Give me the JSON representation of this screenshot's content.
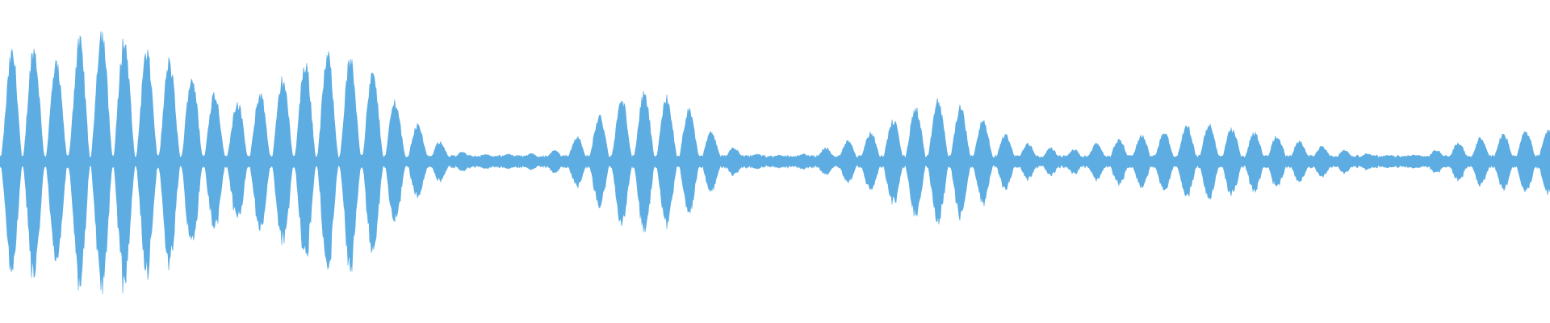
{
  "waveform": {
    "color": "#5DADE2",
    "background": "#ffffff",
    "envelope": [
      0.55,
      0.92,
      0.85,
      0.75,
      0.68,
      0.96,
      0.98,
      0.94,
      0.88,
      0.8,
      0.76,
      0.68,
      0.6,
      0.5,
      0.44,
      0.46,
      0.54,
      0.62,
      0.72,
      0.78,
      0.8,
      0.76,
      0.7,
      0.58,
      0.4,
      0.28,
      0.18,
      0.1,
      0.06,
      0.05,
      0.06,
      0.05,
      0.06,
      0.07,
      0.12,
      0.22,
      0.34,
      0.44,
      0.5,
      0.5,
      0.48,
      0.42,
      0.3,
      0.18,
      0.1,
      0.06,
      0.05,
      0.04,
      0.05,
      0.08,
      0.12,
      0.16,
      0.2,
      0.26,
      0.34,
      0.4,
      0.46,
      0.44,
      0.38,
      0.3,
      0.22,
      0.16,
      0.12,
      0.1,
      0.08,
      0.1,
      0.14,
      0.16,
      0.18,
      0.2,
      0.22,
      0.26,
      0.28,
      0.26,
      0.24,
      0.22,
      0.2,
      0.18,
      0.15,
      0.12,
      0.1,
      0.08,
      0.06,
      0.05,
      0.04,
      0.05,
      0.08,
      0.12,
      0.16,
      0.18,
      0.2,
      0.22,
      0.24,
      0.24
    ]
  }
}
